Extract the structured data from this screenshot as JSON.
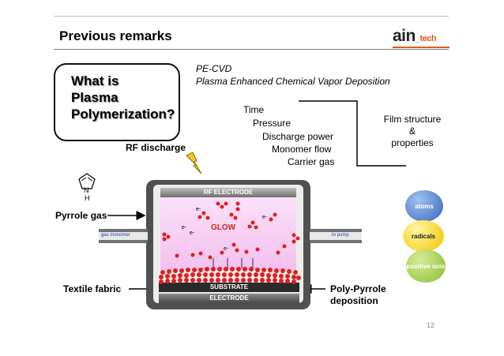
{
  "header": {
    "title": "Previous remarks"
  },
  "logo": {
    "main": "ain",
    "suffix": "_tech"
  },
  "question": {
    "line1": "What is",
    "line2": "Plasma",
    "line3": "Polymerization?"
  },
  "pecvd": {
    "acronym": "PE-CVD",
    "full": "Plasma Enhanced  Chemical Vapor Deposition"
  },
  "parameters": [
    "Time",
    "Pressure",
    "Discharge power",
    "Monomer flow",
    "Carrier gas"
  ],
  "film": {
    "line1": "Film structure",
    "line2": "&",
    "line3": "properties"
  },
  "labels": {
    "rf_discharge": "RF discharge",
    "pyrrole_gas": "Pyrrole gas",
    "textile_fabric": "Textile fabric",
    "poly_pyrrole_1": "Poly-Pyrrole",
    "poly_pyrrole_2": "deposition"
  },
  "reactor": {
    "rf_electrode": "RF ELECTRODE",
    "glow": "GLOW",
    "gas_monomer": "gas monomer",
    "to_pump": "to pump",
    "substrate": "SUBSTRATE",
    "electrode": "ELECTRODE",
    "electron": "e-"
  },
  "molecule": {
    "atom": "N",
    "h": "H"
  },
  "species": {
    "atoms": "atoms",
    "radicals": "radicals",
    "positive_ions": "positive ions"
  },
  "page_number": "12",
  "colors": {
    "accent": "#e05a1b",
    "glow": "#f6c6f0",
    "particle": "#e01e1e",
    "atoms": "#4a78c8",
    "radicals": "#ffd400",
    "ions": "#a4cc4a"
  }
}
